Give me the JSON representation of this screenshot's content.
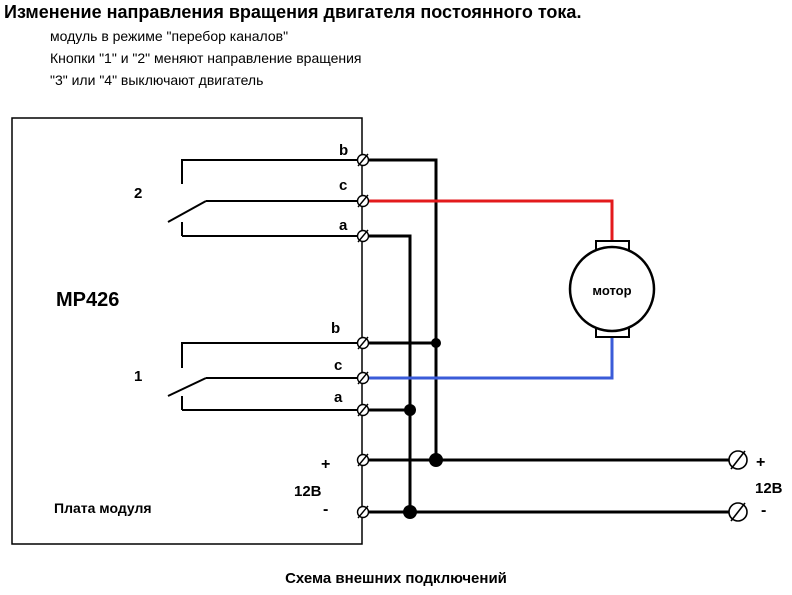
{
  "title": "Изменение направления вращения двигателя постоянного тока.",
  "notes": [
    "модуль в режиме \"перебор каналов\"",
    "Кнопки \"1\" и \"2\" меняют направление вращения",
    "\"3\" или \"4\" выключают двигатель"
  ],
  "module": {
    "name": "MP426",
    "board_label": "Плата модуля"
  },
  "relays": {
    "relay2_label": "2",
    "relay1_label": "1"
  },
  "terminals": {
    "b": "b",
    "c": "c",
    "a": "a",
    "plus": "+",
    "minus": "-",
    "voltage": "12В"
  },
  "motor_label": "мотор",
  "caption": "Схема внешних подключений",
  "colors": {
    "red_wire": "#e31a1c",
    "blue_wire": "#3a5bd8",
    "black_wire": "#000000"
  }
}
